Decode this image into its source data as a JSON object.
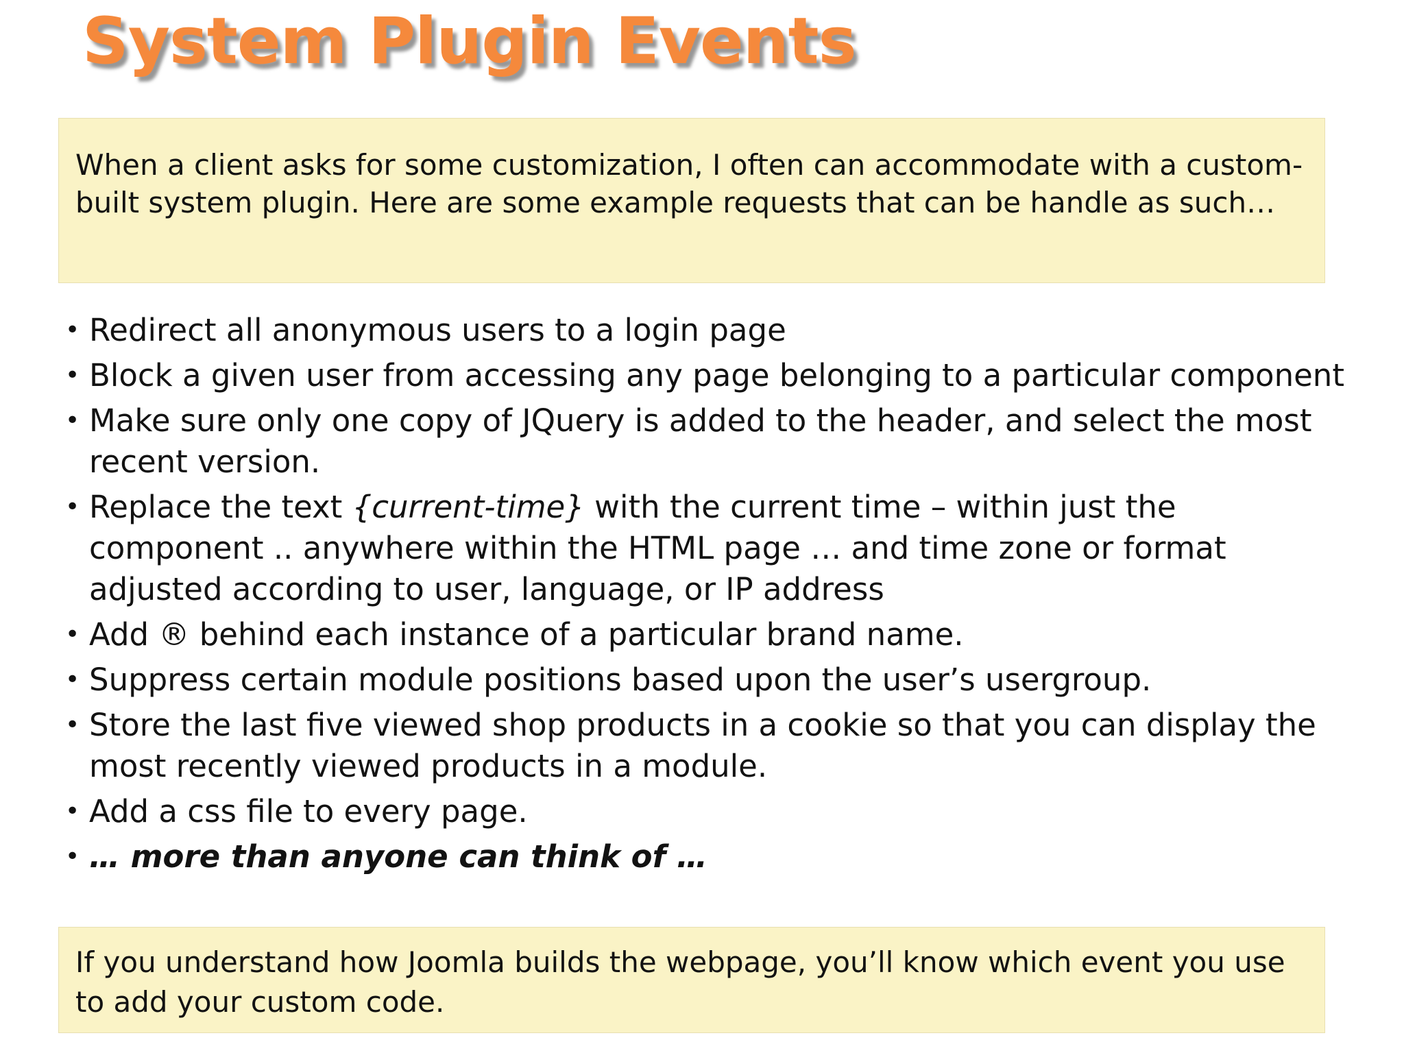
{
  "slide": {
    "title": "System Plugin Events",
    "intro": "When a client asks for some customization, I often can accommodate with a custom-built system plugin.  Here are some example requests that can be handle as such…",
    "bullets": [
      {
        "text": "Redirect all anonymous users to a login page"
      },
      {
        "text": "Block a given user from accessing any page belonging to a particular component"
      },
      {
        "text": "Make sure only one copy of JQuery is added to the header, and select the most recent version."
      },
      {
        "pre": "Replace the text ",
        "italic": "{current-time}",
        "post": " with the current time – within just the component .. anywhere within the HTML page … and  time zone or format adjusted according to user, language, or IP address"
      },
      {
        "text": "Add ® behind each instance of a particular brand name."
      },
      {
        "text": "Suppress certain module positions based upon the user’s usergroup."
      },
      {
        "text": "Store the last five viewed shop products in a cookie so that you can display the most recently viewed products in a module."
      },
      {
        "text": "Add a css file to every page."
      },
      {
        "text": "… more than anyone can think of …",
        "style": "bold-italic"
      }
    ],
    "footer": "If you understand how Joomla builds the webpage, you’ll know which event you use to add your custom code."
  },
  "colors": {
    "accent_orange": "#f5893c",
    "highlight_yellow": "#faf3c6",
    "text": "#121212"
  }
}
